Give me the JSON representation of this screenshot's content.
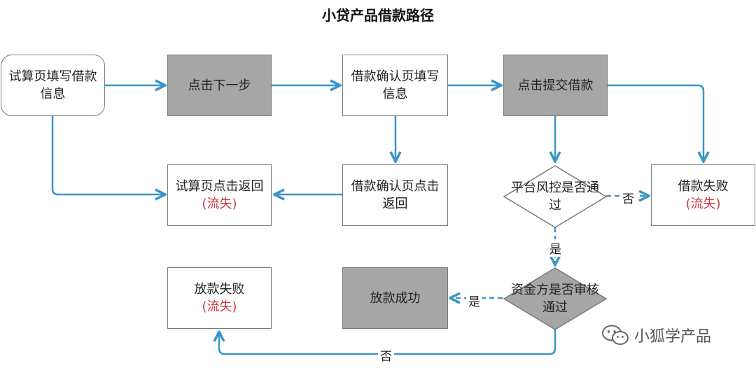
{
  "title": "小贷产品借款路径",
  "nodes": {
    "trial_fill": [
      "试算页填写借款",
      "信息"
    ],
    "click_next": [
      "点击下一步"
    ],
    "confirm_fill": [
      "借款确认页填写",
      "信息"
    ],
    "click_submit": [
      "点击提交借款"
    ],
    "trial_back": [
      "试算页点击返回"
    ],
    "confirm_back": [
      "借款确认页点击",
      "返回"
    ],
    "risk_check": [
      "平台风控是否通",
      "过"
    ],
    "loan_fail": [
      "借款失败"
    ],
    "funder_check": [
      "资金方是否审核",
      "通过"
    ],
    "disburse_ok": [
      "放款成功"
    ],
    "disburse_fail": [
      "放款失败"
    ]
  },
  "loss_label": "(流失)",
  "edge_labels": {
    "risk_no": "否",
    "risk_yes": "是",
    "funder_yes": "是",
    "funder_no": "否"
  },
  "watermark": {
    "text": "小狐学产品",
    "icon": "wechat-icon"
  },
  "colors": {
    "edge": "#3a95c8",
    "dark_box": "#a6a6a6",
    "loss": "#d0393e"
  }
}
